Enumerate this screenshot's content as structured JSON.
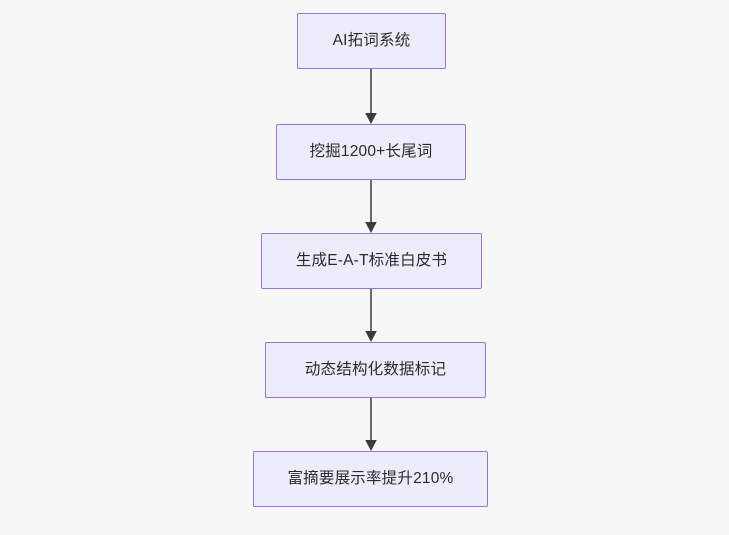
{
  "diagram": {
    "type": "flowchart",
    "direction": "top-to-bottom",
    "background_color": "#f7f7f8",
    "node_fill_color": "#ececfd",
    "node_border_color": "#9a74d4",
    "edge_color": "#6b6b6b",
    "text_color": "#2b2b2b",
    "nodes": [
      {
        "id": "node-1",
        "label": "AI拓词系统"
      },
      {
        "id": "node-2",
        "label": "挖掘1200+长尾词"
      },
      {
        "id": "node-3",
        "label": "生成E-A-T标准白皮书"
      },
      {
        "id": "node-4",
        "label": "动态结构化数据标记"
      },
      {
        "id": "node-5",
        "label": "富摘要展示率提升210%"
      }
    ],
    "edges": [
      {
        "id": "edge-1",
        "from": "node-1",
        "to": "node-2",
        "arrow": "solid-triangle"
      },
      {
        "id": "edge-2",
        "from": "node-2",
        "to": "node-3",
        "arrow": "solid-triangle"
      },
      {
        "id": "edge-3",
        "from": "node-3",
        "to": "node-4",
        "arrow": "solid-triangle"
      },
      {
        "id": "edge-4",
        "from": "node-4",
        "to": "node-5",
        "arrow": "solid-triangle"
      }
    ]
  }
}
